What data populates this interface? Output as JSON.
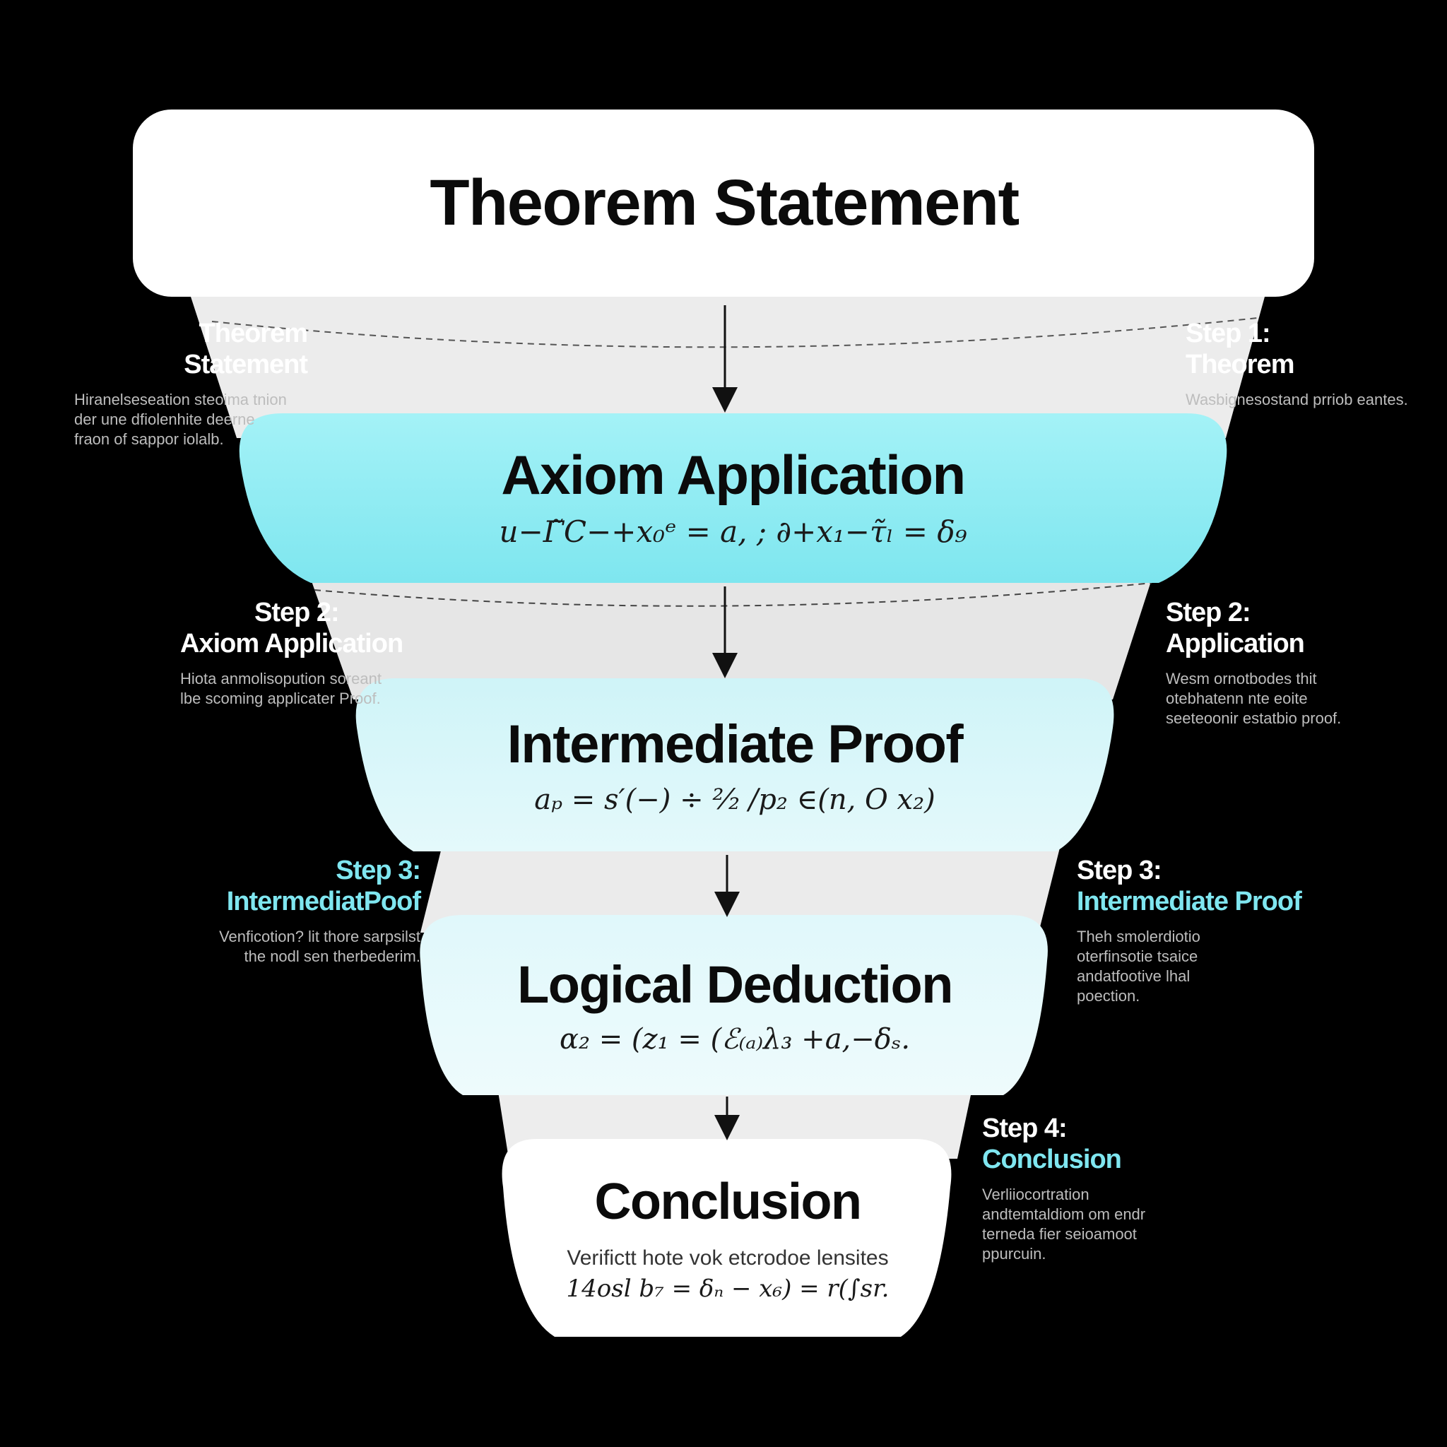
{
  "tiers": [
    {
      "title": "Theorem Statement"
    },
    {
      "title": "Axiom Application",
      "formula": "u−Γ̃C−+x₀ᵉ = a, ; ∂+x₁−τ̃ₗ = δ₉"
    },
    {
      "title": "Intermediate Proof",
      "formula": "aₚ = s′(−) ÷ ²⁄₂ /p₂ ∈(n, O x₂)"
    },
    {
      "title": "Logical Deduction",
      "formula": "α₂ = (z₁ = (ℰ₍ₐ₎λ₃ +a,−δₛ."
    },
    {
      "title": "Conclusion",
      "subtitle": "Verifictt hote vok etcrodoe lensites",
      "formula": "14osl b₇ = δₙ − x₆) = r(∫sr."
    }
  ],
  "labels": [
    {
      "side": "left",
      "step": "Theorem",
      "title": "Statement",
      "title_color": "white",
      "desc": "Hiranelseseation steoima tnion der une dfiolenhite deerne fraon of sappor iolalb."
    },
    {
      "side": "right",
      "step": "Step 1:",
      "title": "Theorem",
      "title_color": "white",
      "desc": "Wasbignesostand prriob eantes."
    },
    {
      "side": "left",
      "step": "Step 2:",
      "title": "Axiom Application",
      "title_color": "white",
      "desc": "Hiota anmolisopution soreant lbe scoming applicater Proof."
    },
    {
      "side": "right",
      "step": "Step 2:",
      "title": "Application",
      "title_color": "white",
      "desc": "Wesm ornotbodes thit otebhatenn nte eoite seeteoonir estatbio proof."
    },
    {
      "side": "left",
      "step": "Step 3:",
      "title": "IntermediatPoof",
      "title_color": "cyan",
      "desc": "Venficotion? lit thore sarpsilst the nodl sen therbederim."
    },
    {
      "side": "right",
      "step": "Step 3:",
      "title": "Intermediate Proof",
      "title_color": "cyan",
      "desc": "Theh smolerdiotio oterfinsotie tsaice andatfootive lhal poection."
    },
    {
      "side": "right",
      "step": "Step 4:",
      "title": "Conclusion",
      "title_color": "cyan",
      "desc": "Verliiocortration andtemtaldiom om endr terneda fier seioamoot ppurcuin."
    }
  ],
  "colors": {
    "background": "#000000",
    "white_box": "#ffffff",
    "cyan_box": "#89eef5",
    "pale_cyan_box": "#d3f6fa",
    "accent_cyan": "#7fe6f0"
  }
}
